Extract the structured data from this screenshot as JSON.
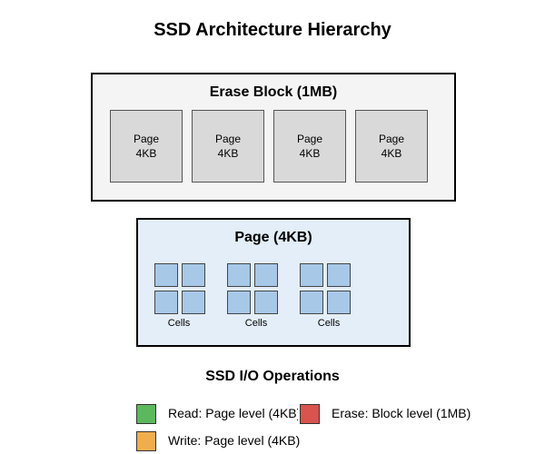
{
  "title": "SSD Architecture Hierarchy",
  "erase_block": {
    "title": "Erase Block (1MB)",
    "pages": [
      {
        "label": "Page",
        "size": "4KB"
      },
      {
        "label": "Page",
        "size": "4KB"
      },
      {
        "label": "Page",
        "size": "4KB"
      },
      {
        "label": "Page",
        "size": "4KB"
      }
    ]
  },
  "page": {
    "title": "Page (4KB)",
    "cell_groups": [
      {
        "label": "Cells"
      },
      {
        "label": "Cells"
      },
      {
        "label": "Cells"
      }
    ]
  },
  "operations": {
    "title": "SSD I/O Operations",
    "items": [
      {
        "label": "Read: Page level (4KB)",
        "color": "#5cb85c"
      },
      {
        "label": "Erase: Block level (1MB)",
        "color": "#d9534f"
      },
      {
        "label": "Write: Page level (4KB)",
        "color": "#f0ad4e"
      }
    ]
  },
  "colors": {
    "block_fill": "#f4f4f4",
    "page_tile_fill": "#d9d9d9",
    "page_box_fill": "#e3eef8",
    "cell_fill": "#a8c8e8"
  }
}
